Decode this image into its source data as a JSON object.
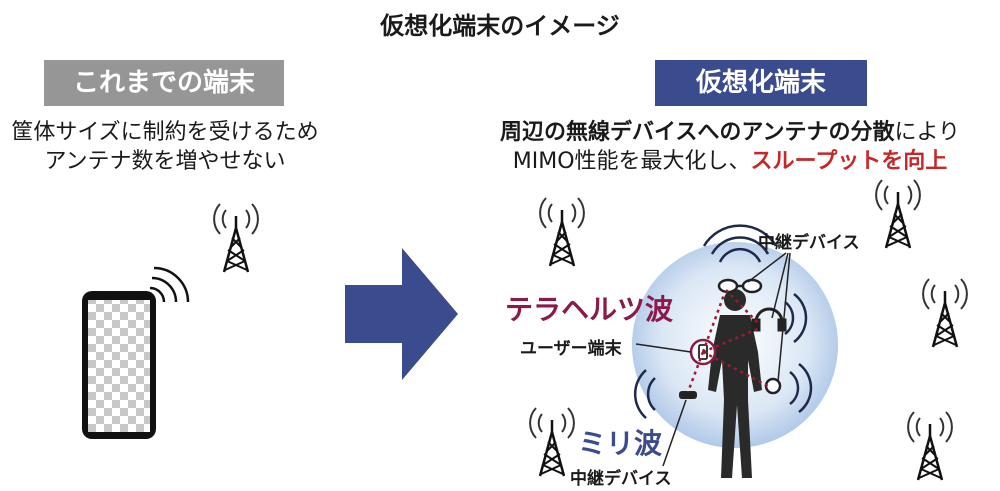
{
  "title": "仮想化端末のイメージ",
  "left": {
    "badge": "これまでの端末",
    "desc_line1": "筐体サイズに制約を受けるため",
    "desc_line2": "アンテナ数を増やせない"
  },
  "right": {
    "badge": "仮想化端末",
    "desc_line1_bold": "周辺の無線デバイスへのアンテナの分散",
    "desc_line1_rest": "により",
    "desc_line2_start": "MIMO性能を最大化し、",
    "desc_line2_red": "スループットを向上"
  },
  "diagram": {
    "relay_top": "中継デバイス",
    "terahertz": "テラヘルツ波",
    "user_terminal": "ユーザー端末",
    "millimeter": "ミリ波",
    "relay_bottom": "中継デバイス"
  },
  "colors": {
    "badge_old": "#969696",
    "badge_new": "#3a4b8e",
    "arrow": "#3a4b8e",
    "terahertz": "#8b1a4a",
    "millimeter": "#3a4b8e",
    "emphasis_red": "#c62828",
    "dotted_links": "#9b1b30"
  },
  "icons": [
    "antenna-tower-icon",
    "smartphone-icon",
    "arrow-right-icon",
    "person-silhouette-icon",
    "glasses-icon",
    "headphones-icon",
    "watch-icon",
    "earbud-icon",
    "wave-signal-icon"
  ]
}
